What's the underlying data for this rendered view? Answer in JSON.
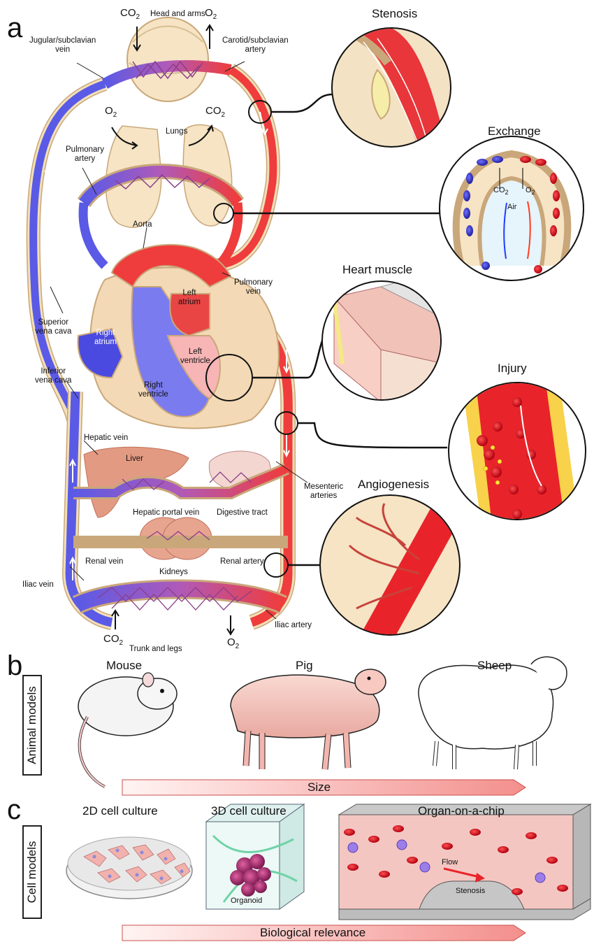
{
  "panels": {
    "a": "a",
    "b": "b",
    "c": "c"
  },
  "panel_a": {
    "gas_top_co2": "CO",
    "gas_top_co2_sub": "2",
    "gas_top_o2": "O",
    "gas_top_o2_sub": "2",
    "head_and_arms": "Head and arms",
    "jugular_vein": "Jugular/subclavian\nvein",
    "carotid_artery": "Carotid/subclavian\nartery",
    "lungs_o2": "O",
    "lungs_o2_sub": "2",
    "lungs_co2": "CO",
    "lungs_co2_sub": "2",
    "lungs": "Lungs",
    "pulmonary_artery": "Pulmonary\nartery",
    "aorta": "Aorta",
    "left_atrium": "Left\natrium",
    "pulmonary_vein": "Pulmonary\nvein",
    "superior_vena_cava": "Superior\nvena cava",
    "right_atrium": "Right\natrium",
    "left_ventricle": "Left\nventricle",
    "right_ventricle": "Right\nventricle",
    "inferior_vena_cava": "Inferior\nvena cava",
    "hepatic_vein": "Hepatic vein",
    "liver": "Liver",
    "mesenteric_arteries": "Mesenteric\narteries",
    "hepatic_portal_vein": "Hepatic portal vein",
    "digestive_tract": "Digestive tract",
    "renal_vein": "Renal vein",
    "renal_artery": "Renal artery",
    "kidneys": "Kidneys",
    "iliac_vein": "Iliac vein",
    "iliac_artery": "Iliac artery",
    "gas_bottom_co2": "CO",
    "gas_bottom_co2_sub": "2",
    "gas_bottom_o2": "O",
    "gas_bottom_o2_sub": "2",
    "trunk_and_legs": "Trunk and legs"
  },
  "insets": {
    "stenosis": "Stenosis",
    "exchange": "Exchange",
    "exchange_co2": "CO",
    "exchange_co2_sub": "2",
    "exchange_o2": "O",
    "exchange_o2_sub": "2",
    "exchange_air": "Air",
    "heart_muscle": "Heart muscle",
    "injury": "Injury",
    "angiogenesis": "Angiogenesis"
  },
  "panel_b": {
    "side_label": "Animal models",
    "animals": [
      "Mouse",
      "Pig",
      "Sheep"
    ],
    "arrow_label": "Size"
  },
  "panel_c": {
    "side_label": "Cell models",
    "models": [
      "2D cell culture",
      "3D cell culture",
      "Organ-on-a-chip"
    ],
    "organoid": "Organoid",
    "flow": "Flow",
    "stenosis": "Stenosis",
    "arrow_label": "Biological relevance"
  },
  "colors": {
    "artery": "#e8363a",
    "vein": "#5555e0",
    "vessel_wall": "#f2dfb8",
    "capillary": "#8a3f8a",
    "arrow_fill": "#f7a8a6",
    "heart_tissue": "#f3d9b5"
  }
}
